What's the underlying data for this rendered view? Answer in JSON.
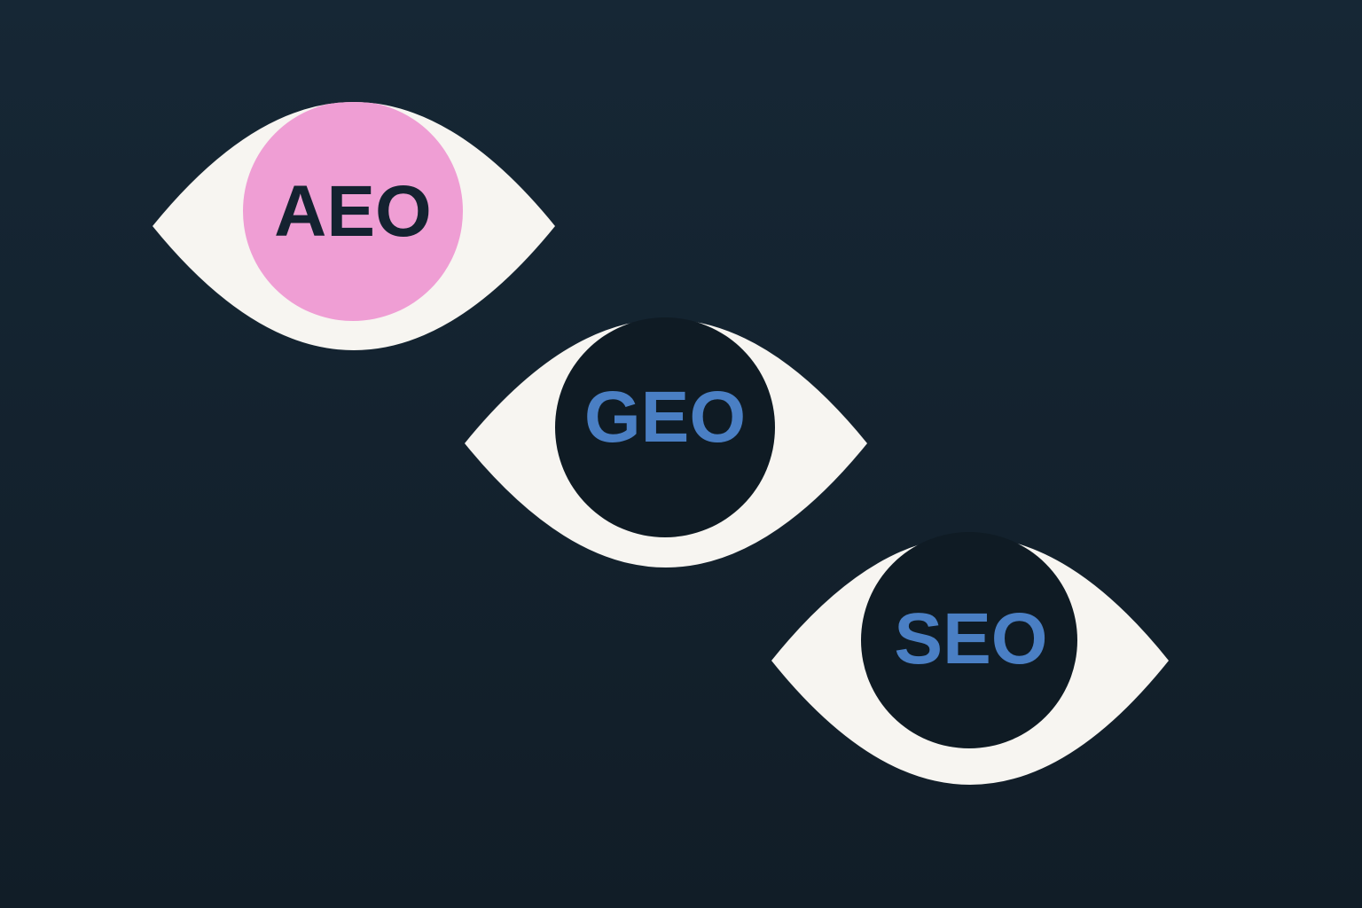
{
  "colors": {
    "background_top": "#162735",
    "background_bottom": "#111d27",
    "eye_white": "#f7f5f1",
    "pink_iris": "#ef9ed4",
    "dark_iris": "#0f1b24",
    "blue_text": "#4a7fc4",
    "dark_text": "#142230"
  },
  "eyes": [
    {
      "label": "AEO",
      "iris": "pink",
      "text_color": "dark"
    },
    {
      "label": "GEO",
      "iris": "dark",
      "text_color": "blue"
    },
    {
      "label": "SEO",
      "iris": "dark",
      "text_color": "blue"
    }
  ]
}
